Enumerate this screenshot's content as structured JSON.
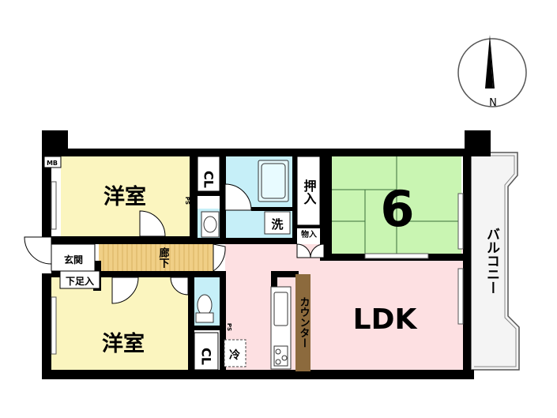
{
  "compass": {
    "label": "N"
  },
  "rooms": {
    "western_room_top": "洋室",
    "western_room_bottom": "洋室",
    "japanese_room_size": "6",
    "ldk": "LDK",
    "balcony": "バルコニー",
    "counter": "カウンター",
    "hallway": "廊下",
    "entrance": "玄関",
    "shoe_storage": "下足入",
    "closet_top": "CL",
    "closet_bottom": "CL",
    "oshiire": "押入",
    "storage": "物入",
    "washer": "洗",
    "fridge": "冷",
    "ps_top": "PS",
    "ps_bottom": "PS",
    "meter_box": "MB"
  },
  "colors": {
    "western_room": "#fbf5bf",
    "japanese_room": "#c9f5b2",
    "ldk": "#fde0e2",
    "wet_area": "#c6eff8",
    "hallway": "#f0cf86",
    "counter": "#8c6a3d",
    "wall": "#000000"
  }
}
